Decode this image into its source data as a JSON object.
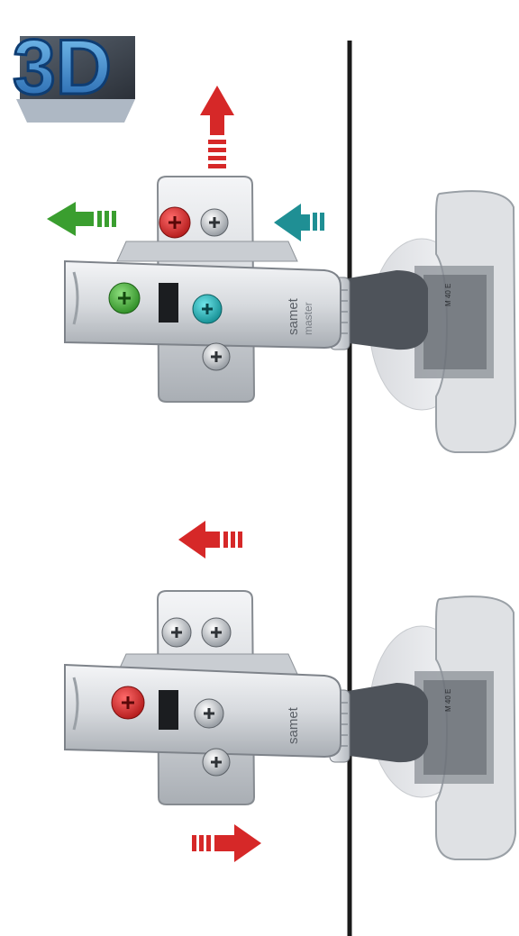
{
  "badge": {
    "text": "3D"
  },
  "hinge": {
    "brand": "samet",
    "model": "master",
    "plate_mark_top": "M 40 E",
    "plate_mark_bottom": "M 40 E"
  },
  "colors": {
    "background": "#ffffff",
    "door_edge": "#1a1a1a",
    "steel_light": "#e6e8eb",
    "steel_mid": "#b9bdc2",
    "steel_dark": "#6b7077",
    "screw_red": "#d42a2a",
    "screw_green": "#3fa535",
    "screw_teal": "#1bb3b8",
    "arrow_red": "#d62828",
    "arrow_green": "#3a9e2f",
    "arrow_teal": "#1f8f94",
    "badge_blue": "#2f7fc8"
  },
  "icons": {
    "top_arrows": [
      "arrow-up-red-icon",
      "arrow-left-green-icon",
      "arrow-left-teal-icon"
    ],
    "bottom_arrows": [
      "arrow-left-red-icon",
      "arrow-right-red-icon"
    ]
  }
}
